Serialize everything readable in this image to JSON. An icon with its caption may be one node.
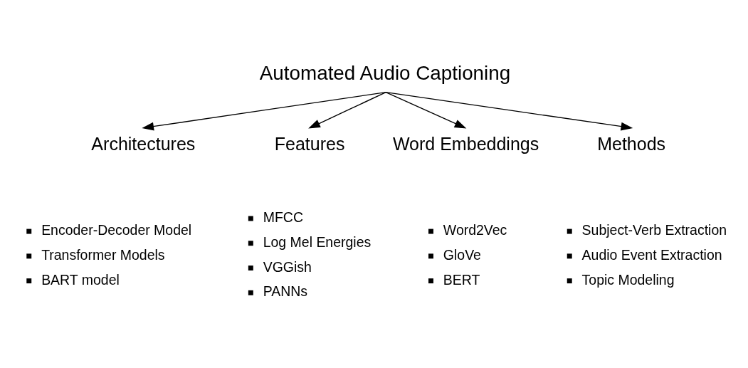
{
  "diagram": {
    "nodes": [
      {
        "text": [
          "Automated Audio Captioning"
        ]
      },
      {
        "text": [
          "Architectures"
        ],
        "beside": [
          "Encoder-Decoder Model",
          "Transformer Models",
          "BART model"
        ]
      },
      {
        "text": [
          "Features"
        ],
        "beside": [
          "MFCC",
          "Log Mel Energies",
          "VGGish",
          "PANNs"
        ]
      },
      {
        "text": [
          "Word Embeddings"
        ],
        "beside": [
          "Word2Vec",
          "GloVe",
          "BERT"
        ]
      },
      {
        "text": [
          "Methods"
        ],
        "beside": [
          "Subject-Verb Extraction",
          "Audio Event Extraction",
          "Topic Modeling"
        ]
      }
    ],
    "edges": [
      {
        "from": 0,
        "to": 1,
        "arrow": "to"
      },
      {
        "from": 0,
        "to": 2,
        "arrow": "to"
      },
      {
        "from": 0,
        "to": 3,
        "arrow": "to"
      },
      {
        "from": 0,
        "to": 4,
        "arrow": "to"
      }
    ]
  }
}
